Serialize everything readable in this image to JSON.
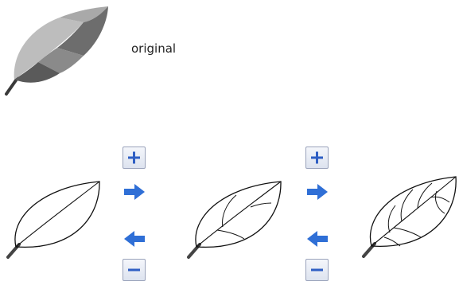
{
  "caption": "original",
  "colors": {
    "leaf_light": "#b5b5b5",
    "leaf_dark": "#6b6b6b",
    "leaf_mid": "#8e8e8e",
    "outline": "#111111",
    "arrow": "#2f6fd6",
    "button_symbol": "#2f5fc4"
  },
  "steps": [
    {
      "controls": [
        {
          "icon": "plus-icon",
          "name": "increase-button"
        },
        {
          "icon": "arrow-right-icon",
          "name": "next-arrow"
        },
        {
          "icon": "arrow-left-icon",
          "name": "prev-arrow"
        },
        {
          "icon": "minus-icon",
          "name": "decrease-button"
        }
      ]
    },
    {
      "controls": [
        {
          "icon": "plus-icon",
          "name": "increase-button"
        },
        {
          "icon": "arrow-right-icon",
          "name": "next-arrow"
        },
        {
          "icon": "arrow-left-icon",
          "name": "prev-arrow"
        },
        {
          "icon": "minus-icon",
          "name": "decrease-button"
        }
      ]
    }
  ]
}
